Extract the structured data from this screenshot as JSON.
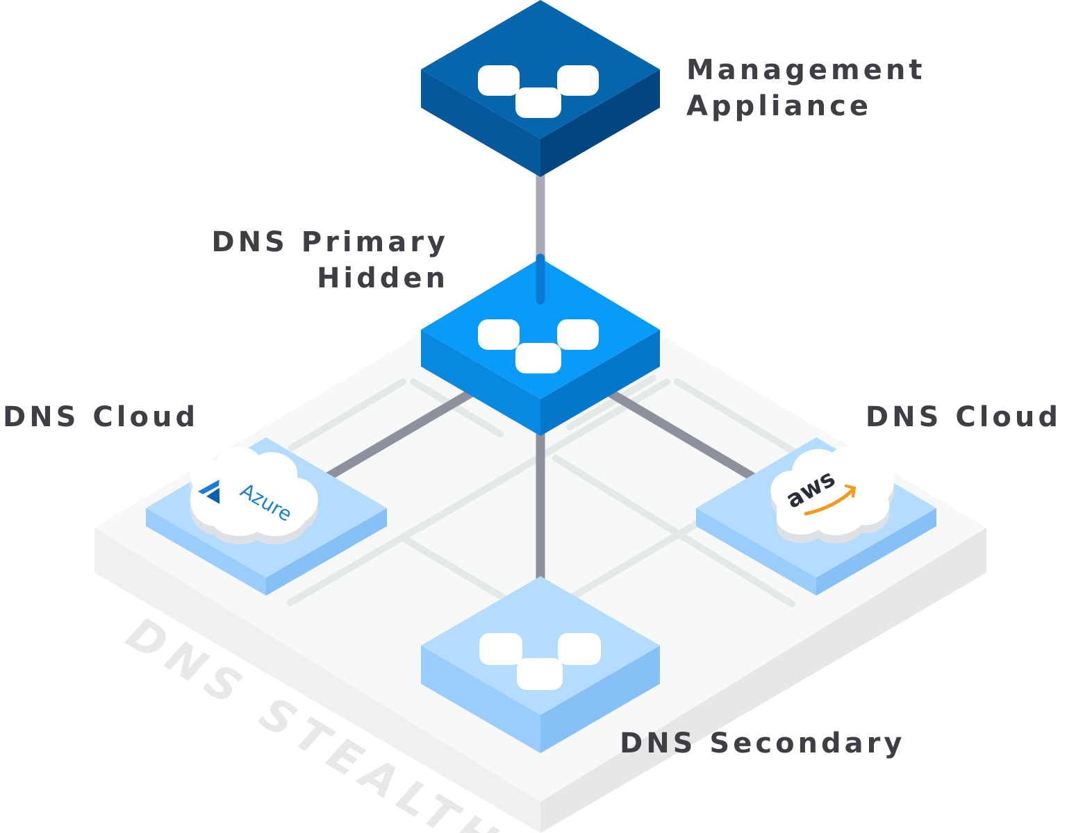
{
  "nodes": {
    "management": {
      "line1": "Management",
      "line2": "Appliance"
    },
    "primary": {
      "line1": "DNS Primary",
      "line2": "Hidden"
    },
    "cloud_left": {
      "label": "DNS Cloud",
      "logo_text": "Azure",
      "logo_icon": "azure-logo-icon"
    },
    "cloud_right": {
      "label": "DNS Cloud",
      "logo_text": "aws",
      "logo_icon": "aws-logo-icon"
    },
    "secondary": {
      "label": "DNS Secondary"
    }
  },
  "platform": {
    "watermark": "DNS STEALTH"
  },
  "colors": {
    "management_top": "#0566ad",
    "primary_top": "#0a9af7",
    "light_top": "#b4dcff",
    "connector": "#8e909c",
    "platform_top": "#f6f7f7",
    "text": "#3d3f44",
    "aws_orange": "#f59a1a",
    "azure_blue": "#1a7fd2"
  }
}
